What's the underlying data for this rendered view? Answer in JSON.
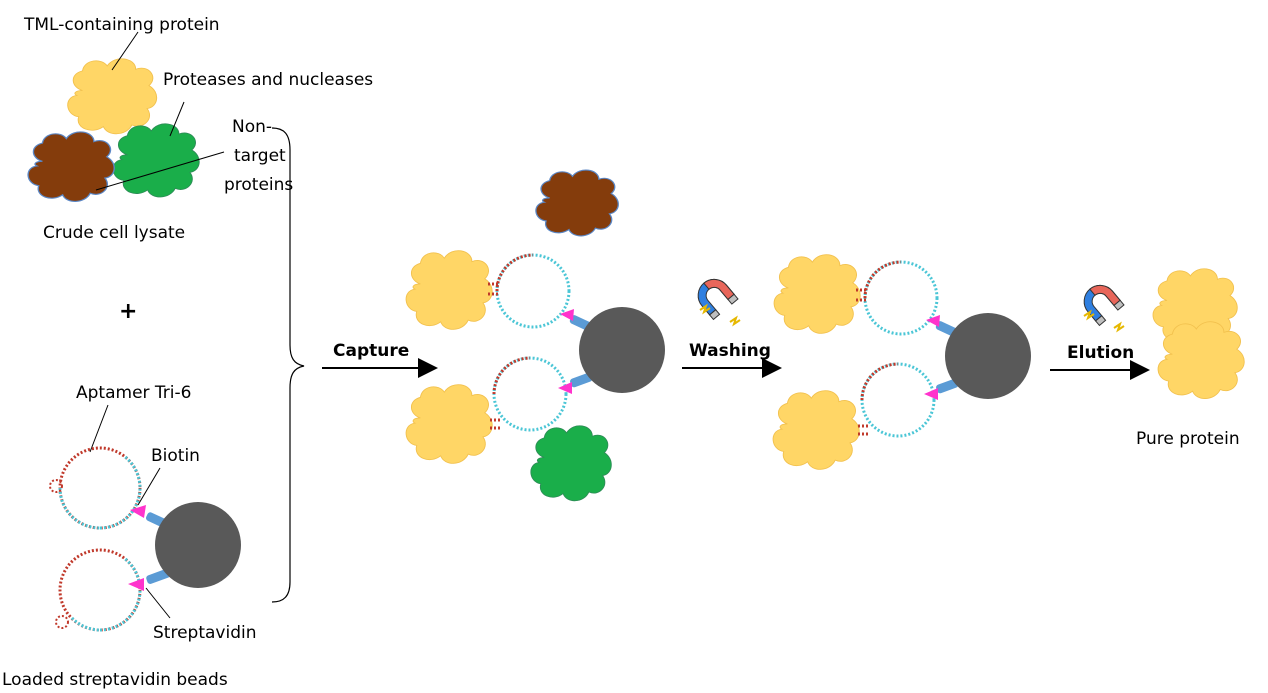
{
  "labels": {
    "tml_protein": "TML-containing protein",
    "proteases": "Proteases and nucleases",
    "non_target_1": "Non-",
    "non_target_2": "target",
    "non_target_3": "proteins",
    "crude_lysate": "Crude cell lysate",
    "plus": "+",
    "aptamer": "Aptamer Tri-6",
    "biotin": "Biotin",
    "streptavidin": "Streptavidin",
    "loaded_beads": "Loaded streptavidin beads",
    "pure_protein": "Pure protein"
  },
  "steps": {
    "capture": "Capture",
    "washing": "Washing",
    "elution": "Elution"
  },
  "colors": {
    "tml_protein": "#FFD666",
    "protease": "#1AAE4A",
    "non_target": "#843C0C",
    "bead": "#595959",
    "aptamer_red": "#C0392B",
    "aptamer_cyan": "#4BC6D6",
    "biotin": "#FF33CC",
    "streptavidin": "#5B9BD5",
    "magnet_blue": "#2F7FE0",
    "magnet_red": "#E8665A",
    "magnet_grey": "#BFBFBF"
  },
  "icons": [
    "magnet-icon",
    "magnet-icon"
  ]
}
